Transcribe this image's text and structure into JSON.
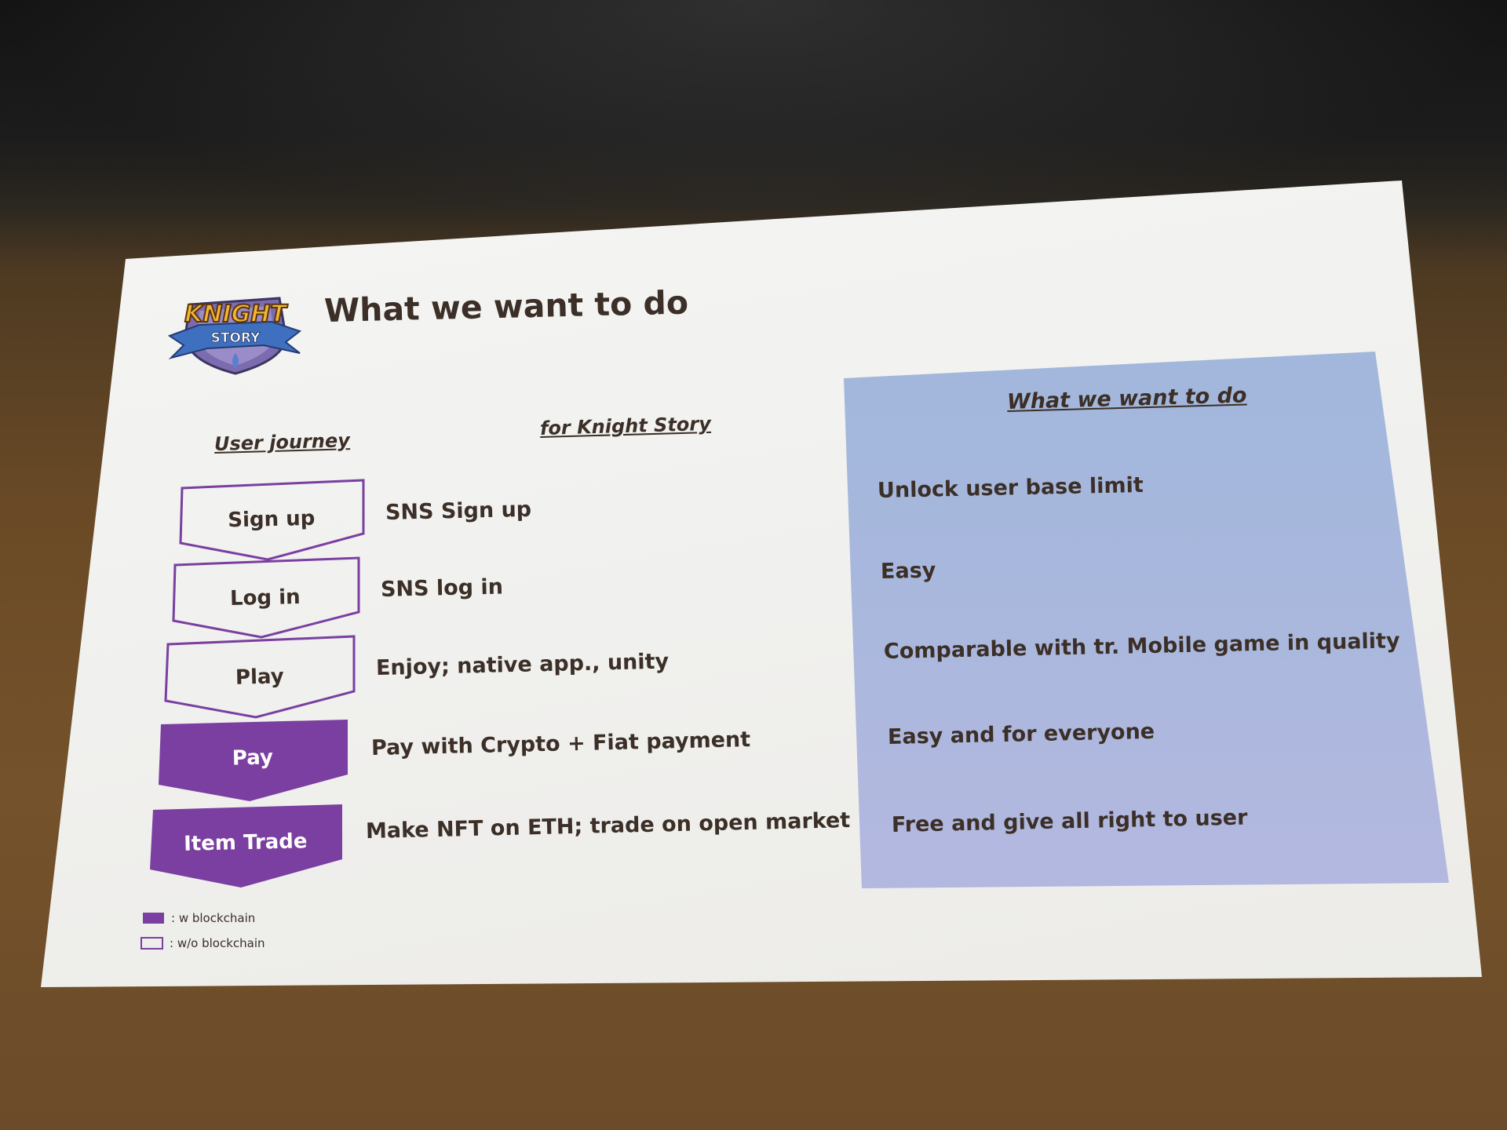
{
  "slide": {
    "logo": {
      "line1": "KNIGHT",
      "line2": "STORY"
    },
    "title": "What we want to do",
    "journey_header": "User journey",
    "knight_story_header": "for Knight Story",
    "steps": [
      {
        "label": "Sign up",
        "description": "SNS Sign up",
        "blockchain": false
      },
      {
        "label": "Log in",
        "description": "SNS log in",
        "blockchain": false
      },
      {
        "label": "Play",
        "description": "Enjoy; native app., unity",
        "blockchain": false
      },
      {
        "label": "Pay",
        "description": "Pay with Crypto + Fiat payment",
        "blockchain": true
      },
      {
        "label": "Item Trade",
        "description": "Make NFT on ETH; trade on open market",
        "blockchain": true
      }
    ],
    "right_panel": {
      "header": "What we want to do",
      "items": [
        "Unlock user base limit",
        "Easy",
        "Comparable with tr. Mobile game in quality",
        "Easy and for everyone",
        "Free and give all right to user"
      ]
    },
    "legend": [
      {
        "label": ": w blockchain",
        "filled": true
      },
      {
        "label": ": w/o blockchain",
        "filled": false
      }
    ],
    "colors": {
      "purple": "#7a3fa0",
      "text": "#3b2f27",
      "panel_blue": "#a4b7dc"
    }
  }
}
